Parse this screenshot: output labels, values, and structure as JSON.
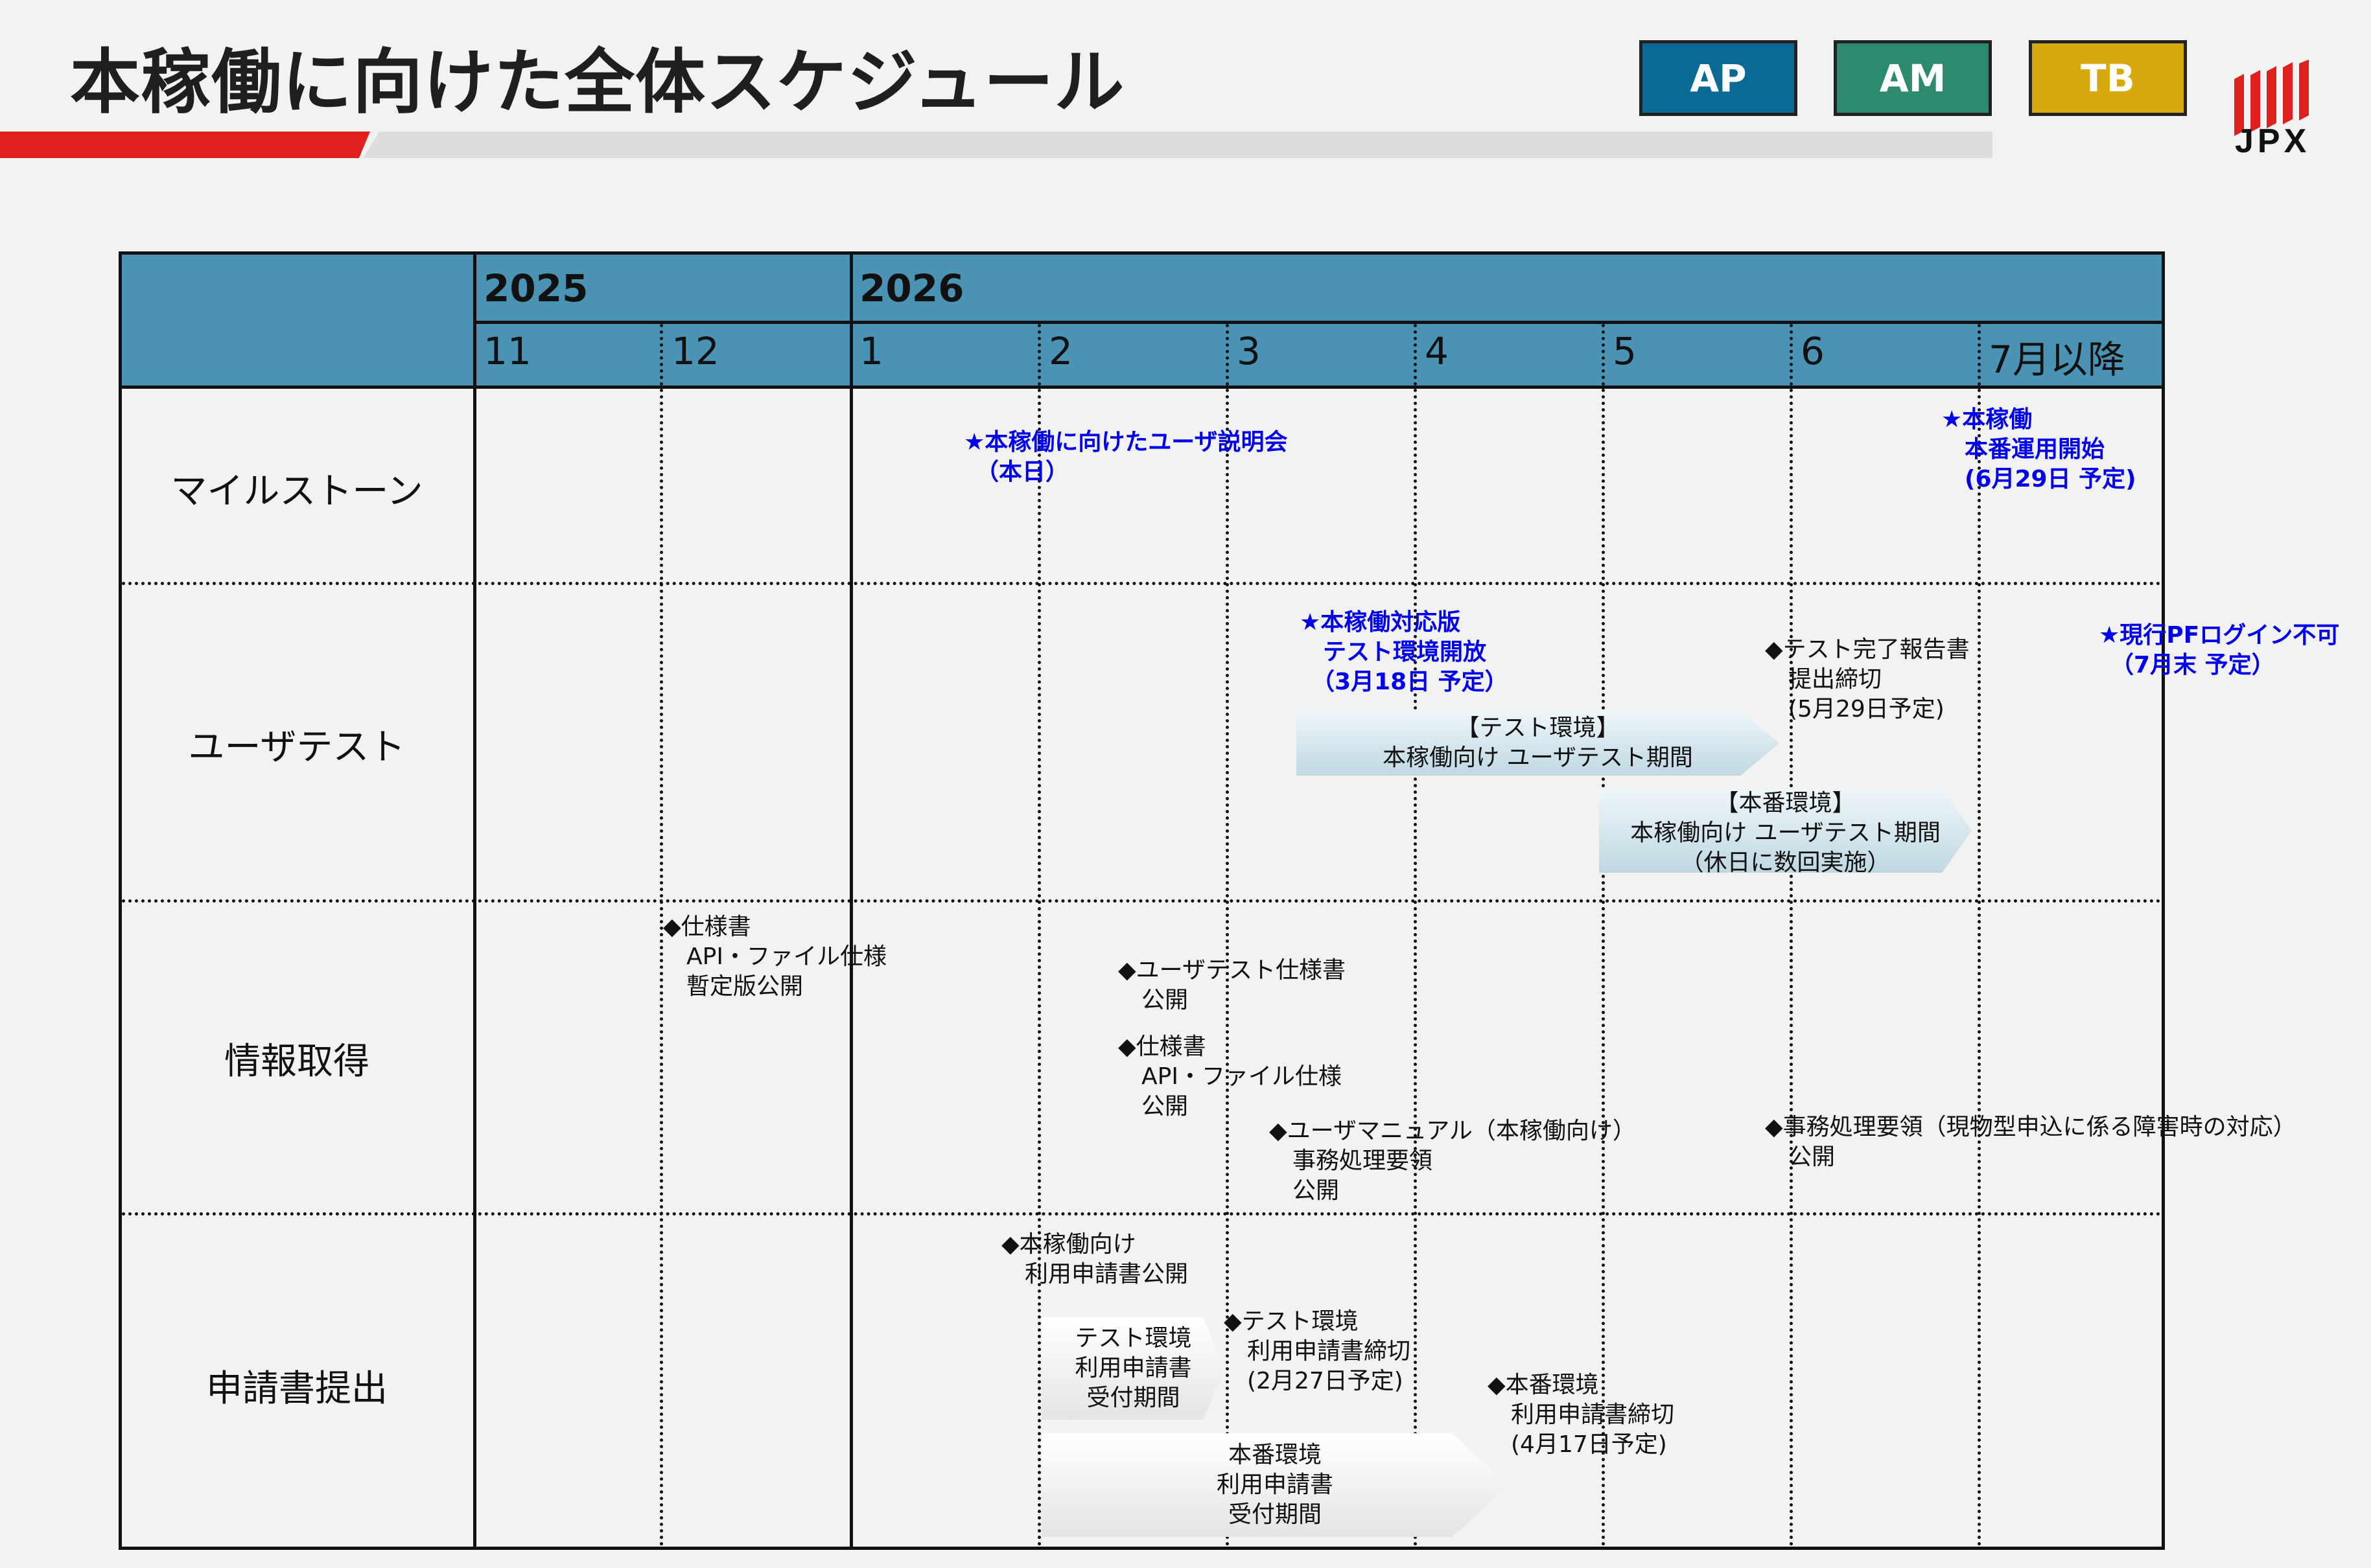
{
  "title": "本稼働に向けた全体スケジュール",
  "badges": [
    {
      "label": "AP",
      "color": "#0a6a93"
    },
    {
      "label": "AM",
      "color": "#2e8a6e"
    },
    {
      "label": "TB",
      "color": "#d8a90c"
    }
  ],
  "logo_text": "JPX",
  "header": {
    "years": [
      "2025",
      "2026"
    ],
    "months": [
      "11",
      "12",
      "1",
      "2",
      "3",
      "4",
      "5",
      "6",
      "7月以降"
    ]
  },
  "rows": [
    "マイルストーン",
    "ユーザテスト",
    "情報取得",
    "申請書提出"
  ],
  "milestones": {
    "briefing": "★本稼働に向けたユーザ説明会\n　（本日）",
    "golive": "★本稼働\n　本番運用開始\n　(6月29日 予定)",
    "test_env_open": "★本稼働対応版\n　テスト環境開放\n　（3月18日 予定）",
    "pf_login": "★現行PFログイン不可\n　（7月末 予定）"
  },
  "user_test": {
    "report": "◆テスト完了報告書\n　提出締切\n　(5月29日予定)",
    "test_period": "【テスト環境】\n本稼働向け ユーザテスト期間",
    "prod_period": "【本番環境】\n本稼働向け ユーザテスト期間\n（休日に数回実施）"
  },
  "info": {
    "spec_provisional": "◆仕様書\n　API・ファイル仕様\n　暫定版公開",
    "usertest_spec": "◆ユーザテスト仕様書\n　公開",
    "spec_final": "◆仕様書\n　API・ファイル仕様\n　公開",
    "manual": "◆ユーザマニュアル（本稼働向け）\n　事務処理要領\n　公開",
    "procedure": "◆事務処理要領（現物型申込に係る障害時の対応）\n　公開"
  },
  "application": {
    "form_publish": "◆本稼働向け\n　利用申請書公開",
    "test_deadline": "◆テスト環境\n　利用申請書締切\n　(2月27日予定)",
    "prod_deadline": "◆本番環境\n　利用申請書締切\n　(4月17日予定)",
    "test_period": "テスト環境\n利用申請書\n受付期間",
    "prod_period": "本番環境\n利用申請書\n受付期間"
  }
}
